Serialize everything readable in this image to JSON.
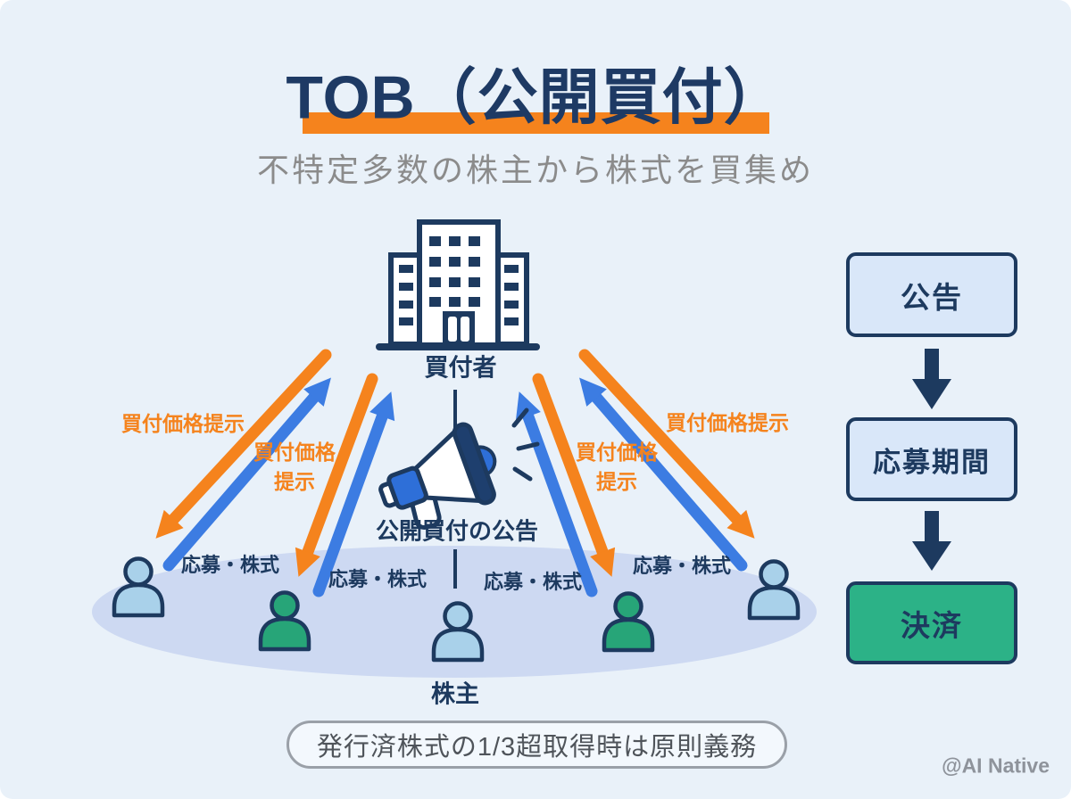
{
  "page": {
    "title": "TOB（公開買付）",
    "subtitle": "不特定多数の株主から株式を買集め",
    "footnote": "発行済株式の1/3超取得時は原則義務",
    "credit": "@AI Native"
  },
  "diagram": {
    "buyer_label": "買付者",
    "buyer_icon": "building-icon",
    "announcement_icon": "megaphone-icon",
    "announcement_caption": "公開買付の公告",
    "shareholders_label": "株主",
    "price_offer_label": "買付価格提示",
    "price_offer_label_line1": "買付価格",
    "price_offer_label_line2": "提示",
    "tender_label": "応募・株式",
    "shareholder_icons": [
      "person-icon-blue",
      "person-icon-green",
      "person-icon-blue",
      "person-icon-green",
      "person-icon-blue"
    ]
  },
  "flow": {
    "steps": [
      {
        "label": "公告",
        "variant": "blue"
      },
      {
        "label": "応募期間",
        "variant": "blue"
      },
      {
        "label": "決済",
        "variant": "green"
      }
    ],
    "connector_icon": "down-arrow-icon"
  },
  "colors": {
    "background": "#e9f1f9",
    "navy": "#1d3a5f",
    "title_navy": "#1e3a64",
    "orange": "#f5831d",
    "arrow_blue": "#3c7ce2",
    "megaphone_blue": "#2e6fd8",
    "box_fill_blue": "#d9e7f9",
    "box_fill_green": "#2cb287",
    "person_blue": "#a9d1ea",
    "person_green": "#27a578",
    "ellipse_fill": "#cdd9f2",
    "subtitle_gray": "#8b8b8b",
    "footnote_text_gray": "#4f545a",
    "footnote_border_gray": "#9aa0a8",
    "credit_gray": "#8e939b"
  }
}
